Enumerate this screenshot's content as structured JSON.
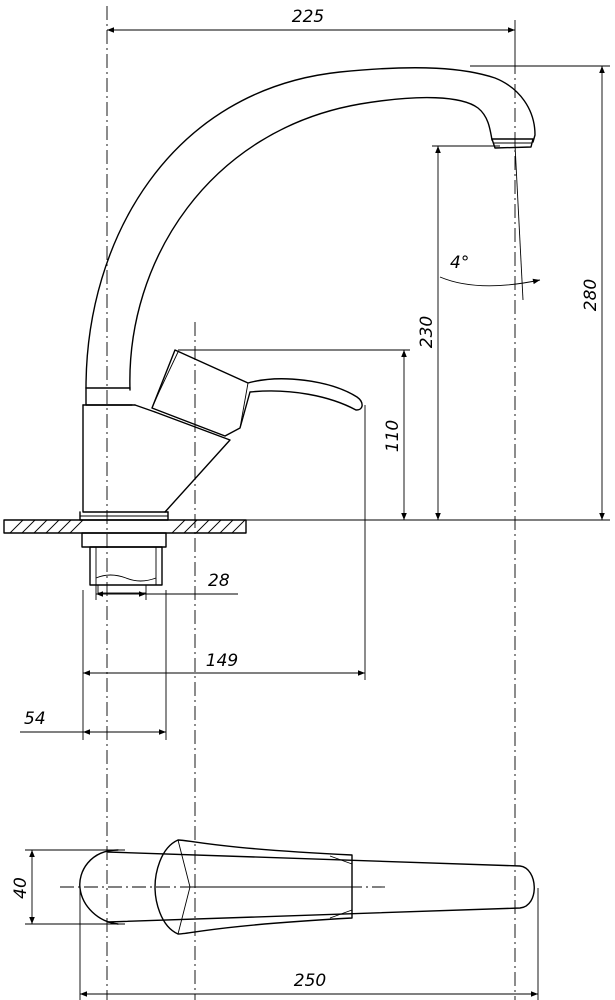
{
  "drawing": {
    "subject": "single-lever kitchen mixer, swivel spout",
    "dimensions": {
      "overall_reach": "225",
      "spout_tilt": "4°",
      "total_height": "280",
      "spout_outlet_height": "230",
      "lever_height": "110",
      "thread_diameter": "28",
      "lever_reach": "149",
      "body_diameter": "54",
      "lever_width": "40",
      "spout_length_top_view": "250"
    }
  }
}
